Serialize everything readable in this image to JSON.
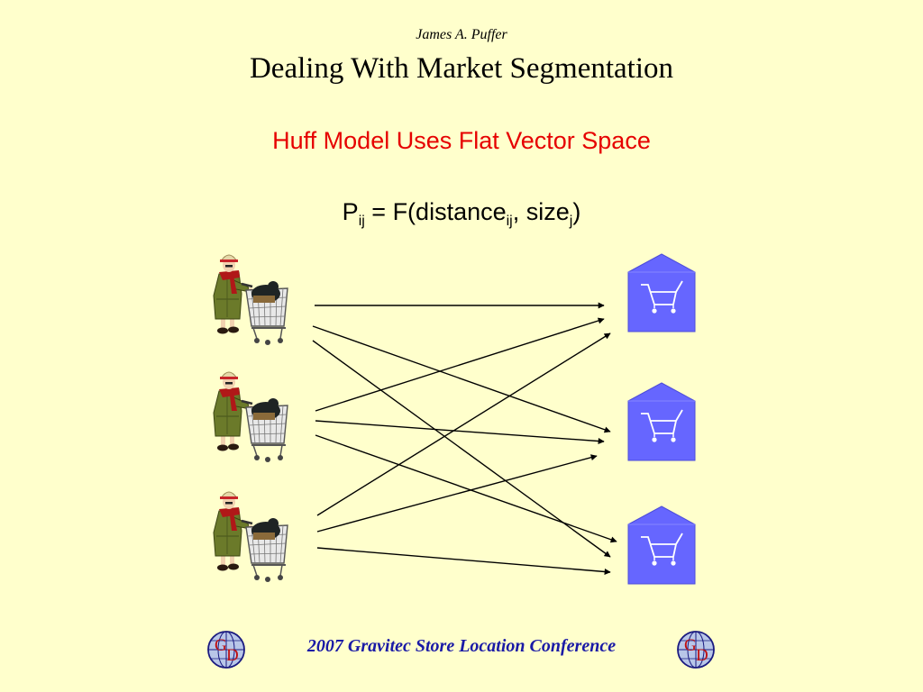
{
  "slide": {
    "author": "James A. Puffer",
    "title": "Dealing With Market Segmentation",
    "subtitle": "Huff Model Uses Flat Vector Space",
    "formula": {
      "p": "P",
      "p_sub": "ij",
      "mid": " = F(distance",
      "dist_sub": "ij",
      "size": ", size",
      "size_sub": "j",
      "close": ")"
    },
    "footer": "2007 Gravitec Store Location Conference",
    "logo_letters": [
      "G",
      "D"
    ]
  },
  "diagram": {
    "shoppers": [
      {
        "id": "shopper-1"
      },
      {
        "id": "shopper-2"
      },
      {
        "id": "shopper-3"
      }
    ],
    "stores": [
      {
        "id": "store-1"
      },
      {
        "id": "store-2"
      },
      {
        "id": "store-3"
      }
    ],
    "flows": [
      {
        "from": 1,
        "to": 1
      },
      {
        "from": 1,
        "to": 2
      },
      {
        "from": 1,
        "to": 3
      },
      {
        "from": 2,
        "to": 1
      },
      {
        "from": 2,
        "to": 2
      },
      {
        "from": 2,
        "to": 3
      },
      {
        "from": 3,
        "to": 1
      },
      {
        "from": 3,
        "to": 2
      },
      {
        "from": 3,
        "to": 3
      }
    ]
  },
  "colors": {
    "background": "#ffffcc",
    "subtitle": "#e60000",
    "store": "#6666ff",
    "footer": "#1a1aa6"
  }
}
